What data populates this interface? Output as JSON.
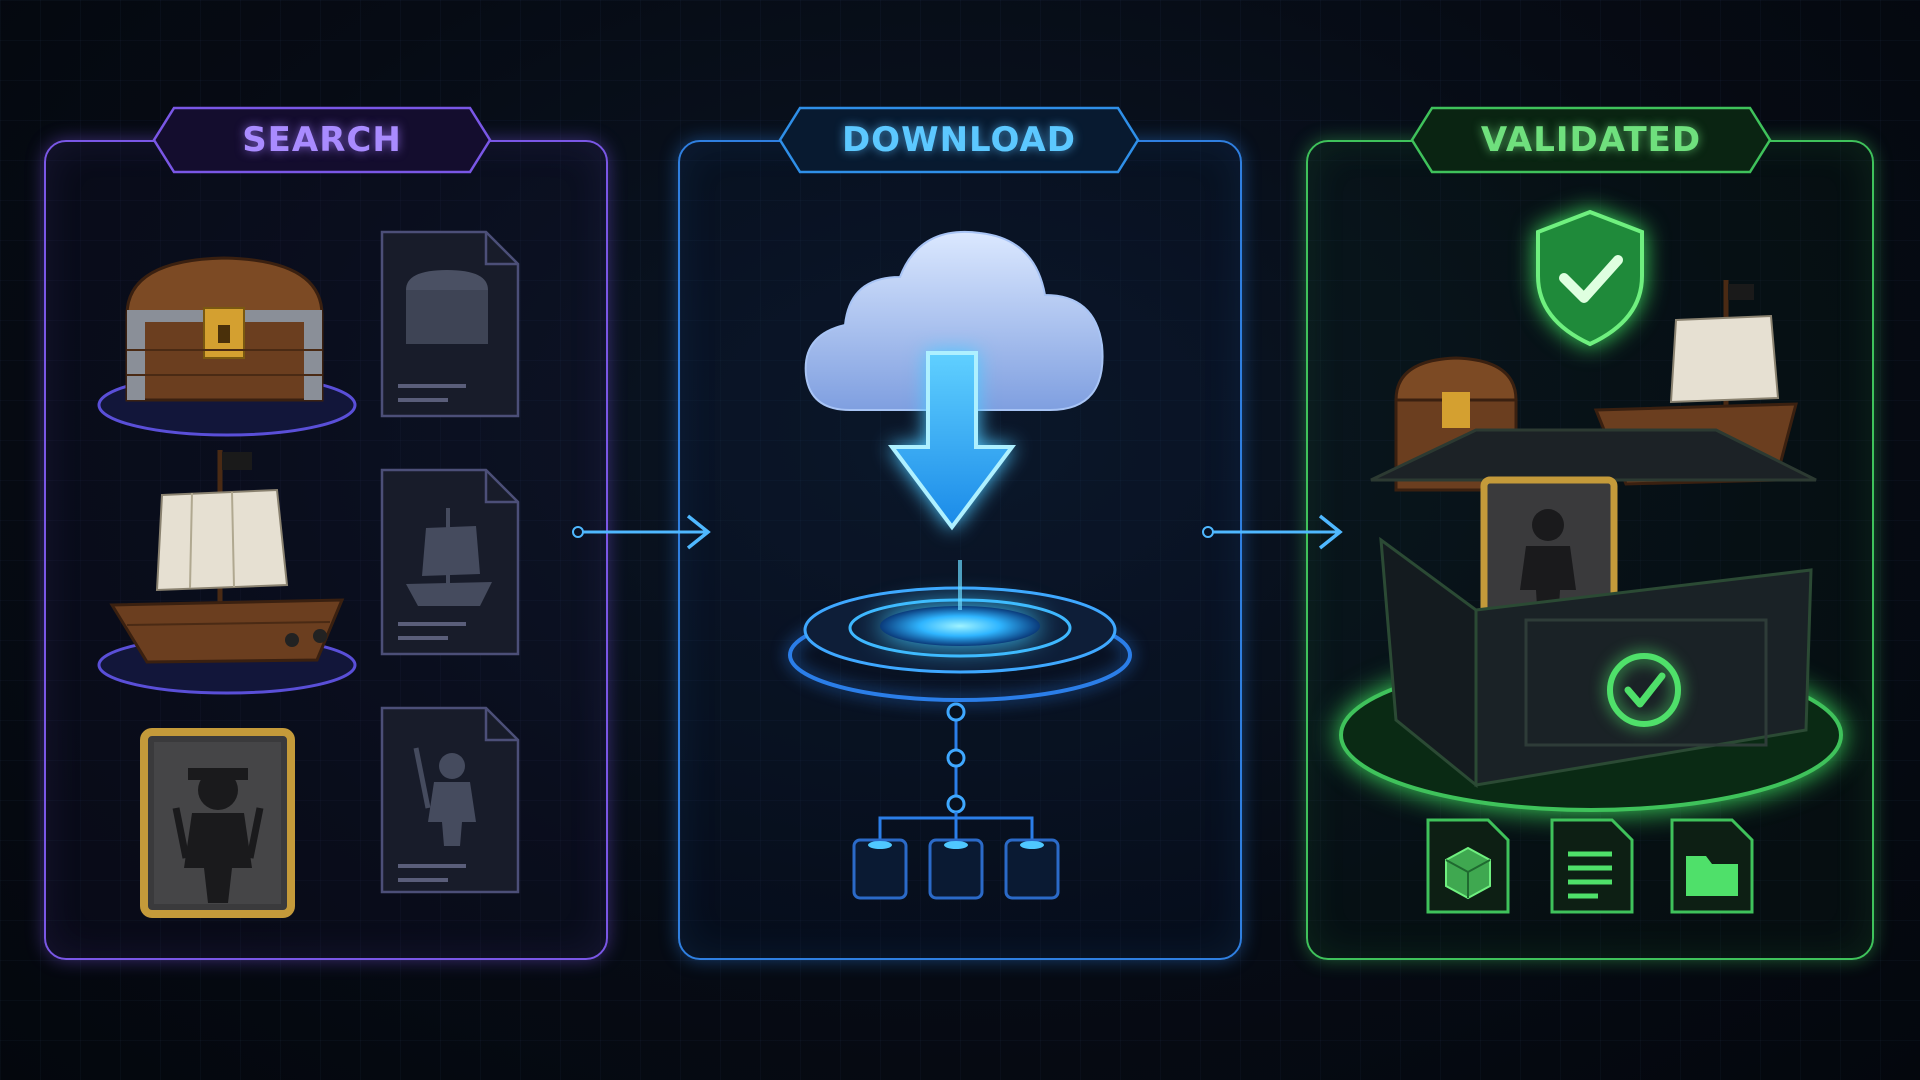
{
  "stages": [
    {
      "id": "search",
      "label": "SEARCH",
      "color": "#a98bff"
    },
    {
      "id": "download",
      "label": "DOWNLOAD",
      "color": "#5cc8ff"
    },
    {
      "id": "validated",
      "label": "VALIDATED",
      "color": "#6fe07d"
    }
  ],
  "icons": {
    "search_assets": [
      "treasure-chest-icon",
      "pirate-ship-icon",
      "pirate-portrait-card-icon"
    ],
    "search_files": [
      "chest-file-icon",
      "ship-file-icon",
      "pirate-file-icon"
    ],
    "download": [
      "cloud-download-icon",
      "portal-platform-icon",
      "node-tree-icon"
    ],
    "validated": [
      "shield-check-icon",
      "asset-box-icon",
      "cube-file-icon",
      "text-file-icon",
      "folder-file-icon"
    ]
  }
}
